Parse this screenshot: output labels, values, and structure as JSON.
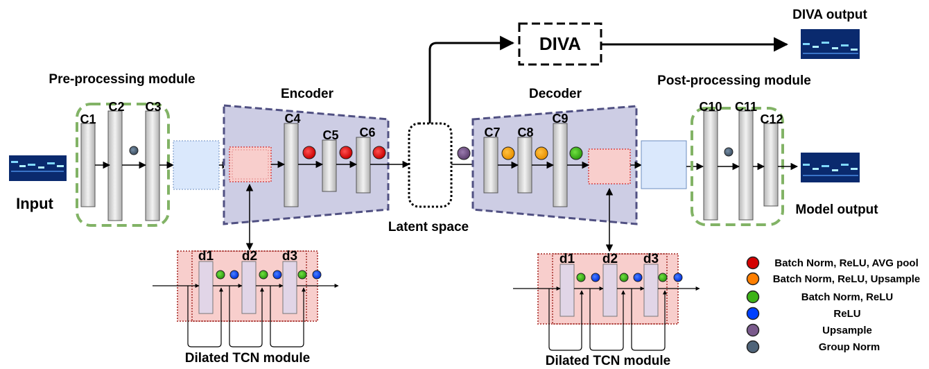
{
  "labels": {
    "input": "Input",
    "preprocessing": "Pre-processing module",
    "encoder": "Encoder",
    "latent": "Latent space",
    "decoder": "Decoder",
    "postprocessing": "Post-processing module",
    "model_output": "Model output",
    "diva_output": "DIVA output",
    "diva": "DIVA",
    "tcn_left": "Dilated TCN module",
    "tcn_right": "Dilated TCN module"
  },
  "layers": {
    "c1": "C1",
    "c2": "C2",
    "c3": "C3",
    "c4": "C4",
    "c5": "C5",
    "c6": "C6",
    "c7": "C7",
    "c8": "C8",
    "c9": "C9",
    "c10": "C10",
    "c11": "C11",
    "c12": "C12"
  },
  "tcn_left": {
    "d1": "d1",
    "d2": "d2",
    "d3": "d3"
  },
  "tcn_right": {
    "d1": "d1",
    "d2": "d2",
    "d3": "d3"
  },
  "legend": [
    {
      "label": "Batch Norm, ReLU, AVG pool",
      "color": "#d40000"
    },
    {
      "label": "Batch Norm, ReLU, Upsample",
      "color": "#ff7f00"
    },
    {
      "label": "Batch Norm, ReLU",
      "color": "#3cb316"
    },
    {
      "label": "ReLU",
      "color": "#0040ff"
    },
    {
      "label": "Upsample",
      "color": "#7a5a8c"
    },
    {
      "label": "Group Norm",
      "color": "#4f6479"
    }
  ],
  "colors": {
    "encoder_fill": "#cdcde4",
    "trapezoid_border": "#505082",
    "module_border": "#82b366",
    "tcn_fill": "#f8cecc",
    "tcn_border": "#b85450",
    "light_block": "#dae8fc"
  }
}
